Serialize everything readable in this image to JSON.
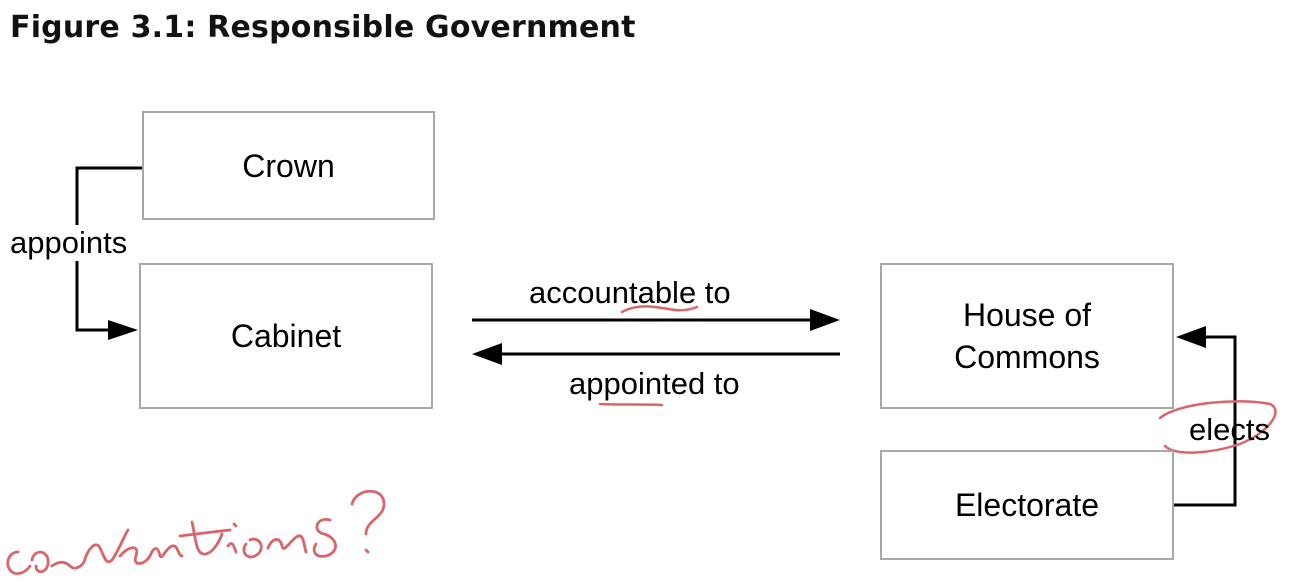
{
  "title": "Figure 3.1: Responsible Government",
  "nodes": {
    "crown": "Crown",
    "cabinet": "Cabinet",
    "house_line1": "House of",
    "house_line2": "Commons",
    "electorate": "Electorate"
  },
  "edges": {
    "appoints": "appoints",
    "accountable_to": "accountable to",
    "appointed_to": "appointed to",
    "elects": "elects"
  },
  "annotations": {
    "handwritten_note": "conventions ?",
    "ink_color": "#d9646a"
  }
}
